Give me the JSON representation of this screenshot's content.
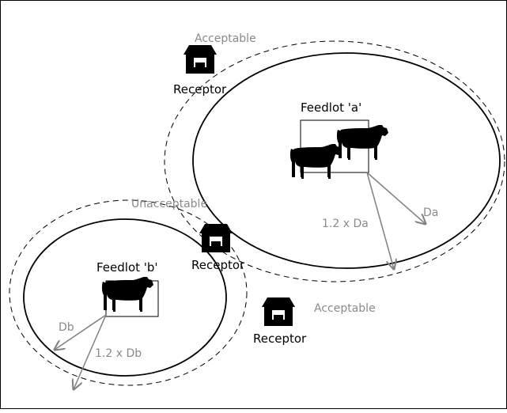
{
  "diagram": {
    "feedlot_a": {
      "name": "Feedlot 'a'",
      "distance_label": "Da",
      "buffer_label": "1.2 x Da",
      "cattle_count": 2
    },
    "feedlot_b": {
      "name": "Feedlot 'b'",
      "distance_label": "Db",
      "buffer_label": "1.2 x Db",
      "cattle_count": 1
    },
    "receptors": [
      {
        "label": "Receptor",
        "status": "Acceptable"
      },
      {
        "label": "Receptor",
        "status": "Unacceptable"
      },
      {
        "label": "Receptor",
        "status": "Acceptable"
      }
    ],
    "colors": {
      "outline": "#000000",
      "arrow": "#808080",
      "gray_text": "#8a8a8a"
    },
    "icons": [
      "cow-icon",
      "house-icon"
    ]
  }
}
